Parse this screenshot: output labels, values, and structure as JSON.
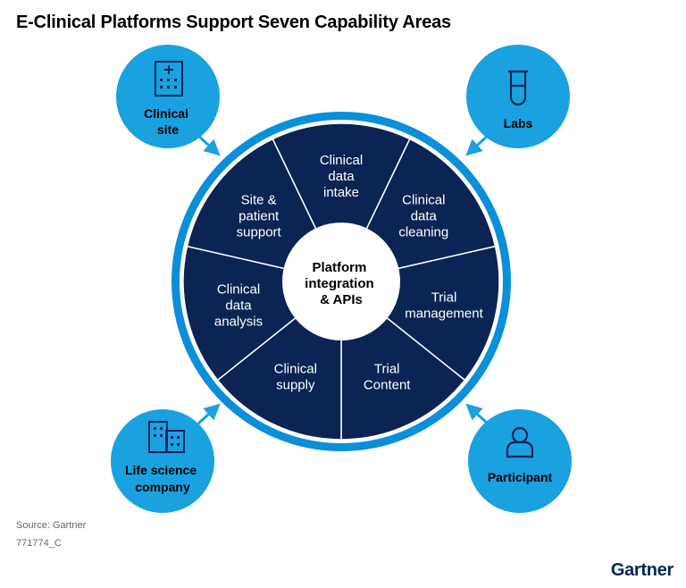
{
  "title": "E-Clinical Platforms Support Seven Capability Areas",
  "colors": {
    "navy": "#0B2454",
    "blue": "#0A8FD8",
    "light_blue": "#1AA1E0",
    "white": "#FFFFFF"
  },
  "center": {
    "lines": [
      "Platform",
      "integration",
      "& APIs"
    ]
  },
  "segments": [
    {
      "lines": [
        "Clinical",
        "data",
        "intake"
      ]
    },
    {
      "lines": [
        "Clinical",
        "data",
        "cleaning"
      ]
    },
    {
      "lines": [
        "Trial",
        "management"
      ]
    },
    {
      "lines": [
        "Trial",
        "Content"
      ]
    },
    {
      "lines": [
        "Clinical",
        "supply"
      ]
    },
    {
      "lines": [
        "Clinical",
        "data",
        "analysis"
      ]
    },
    {
      "lines": [
        "Site &",
        "patient",
        "support"
      ]
    }
  ],
  "nodes": [
    {
      "lines": [
        "Clinical",
        "site"
      ],
      "icon": "hospital-icon"
    },
    {
      "lines": [
        "Labs"
      ],
      "icon": "test-tube-icon"
    },
    {
      "lines": [
        "Life science",
        "company"
      ],
      "icon": "office-buildings-icon"
    },
    {
      "lines": [
        "Participant"
      ],
      "icon": "person-icon"
    }
  ],
  "footer": {
    "source": "Source: Gartner",
    "id": "771774_C"
  },
  "brand": "Gartner"
}
